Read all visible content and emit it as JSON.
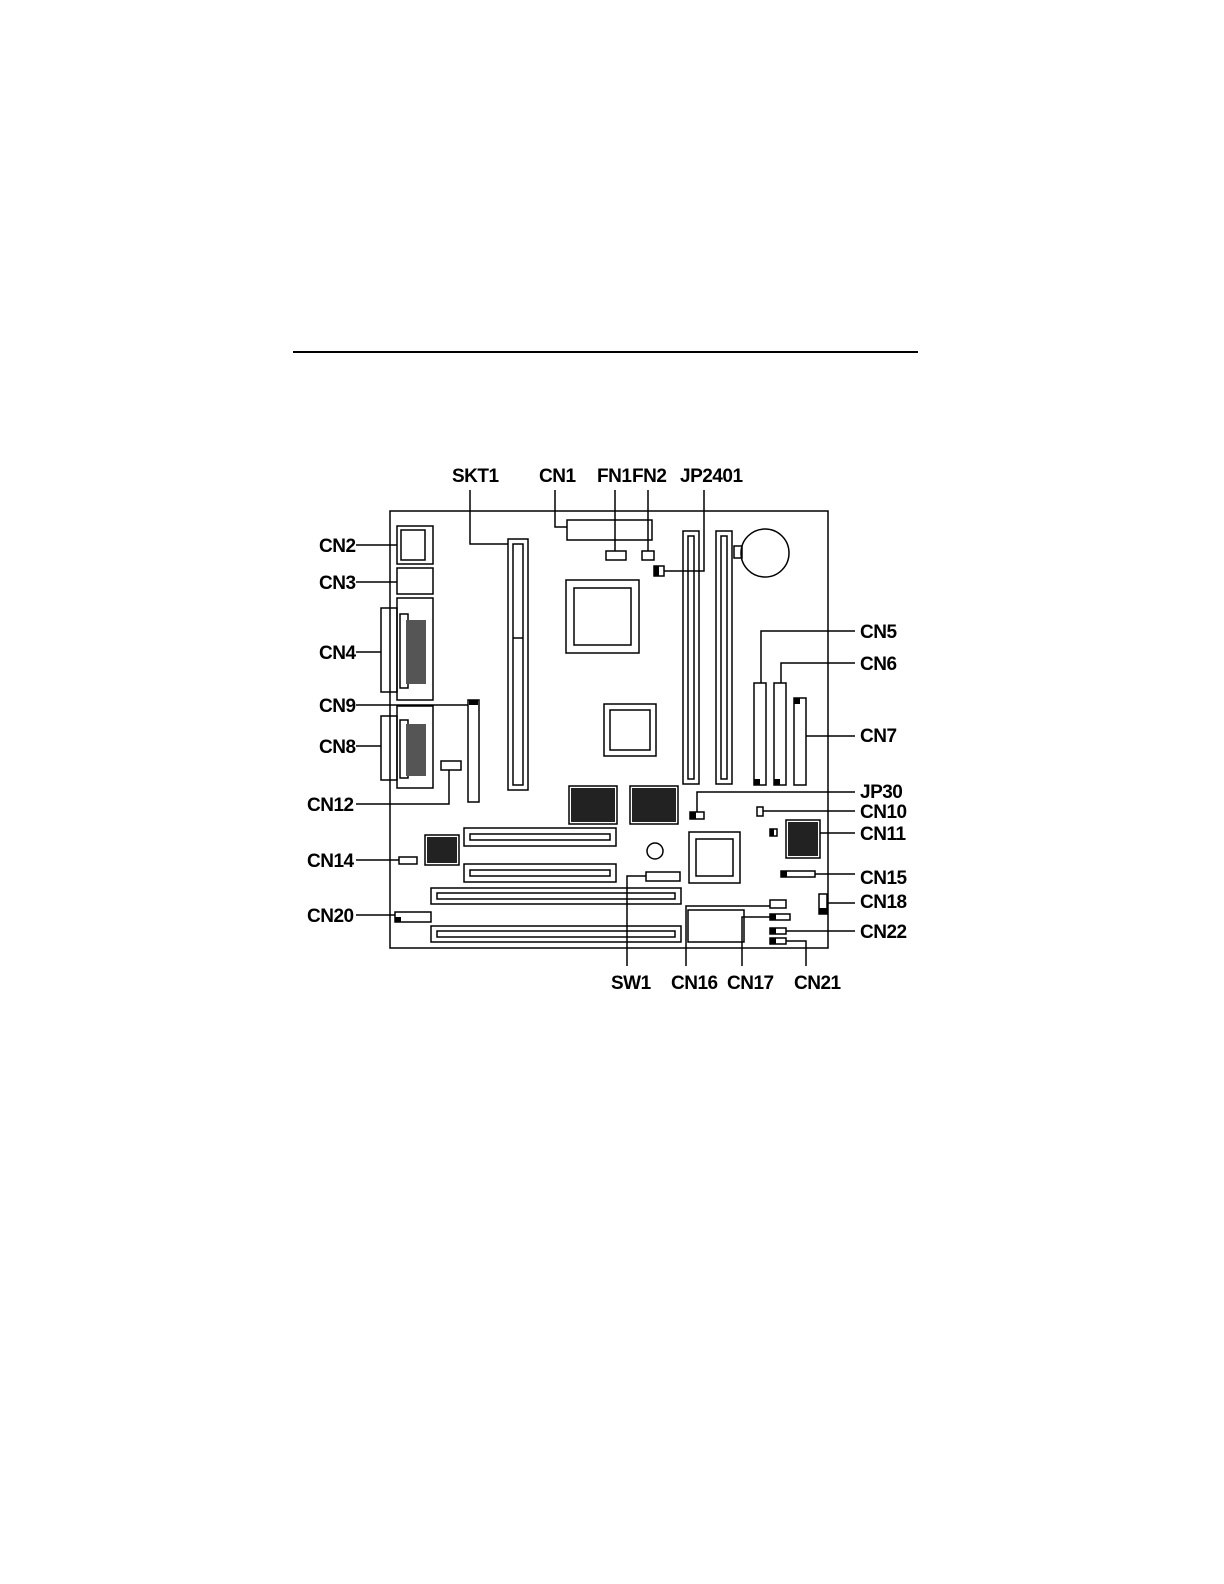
{
  "diagram": {
    "labels": {
      "skt1": "SKT1",
      "cn1": "CN1",
      "fn1": "FN1",
      "fn2": "FN2",
      "jp2401": "JP2401",
      "cn2": "CN2",
      "cn3": "CN3",
      "cn4": "CN4",
      "cn9": "CN9",
      "cn8": "CN8",
      "cn12": "CN12",
      "cn14": "CN14",
      "cn20": "CN20",
      "cn5": "CN5",
      "cn6": "CN6",
      "cn7": "CN7",
      "jp30": "JP30",
      "cn10": "CN10",
      "cn11": "CN11",
      "cn15": "CN15",
      "cn18": "CN18",
      "cn22": "CN22",
      "sw1": "SW1",
      "cn16": "CN16",
      "cn17": "CN17",
      "cn21": "CN21"
    }
  }
}
